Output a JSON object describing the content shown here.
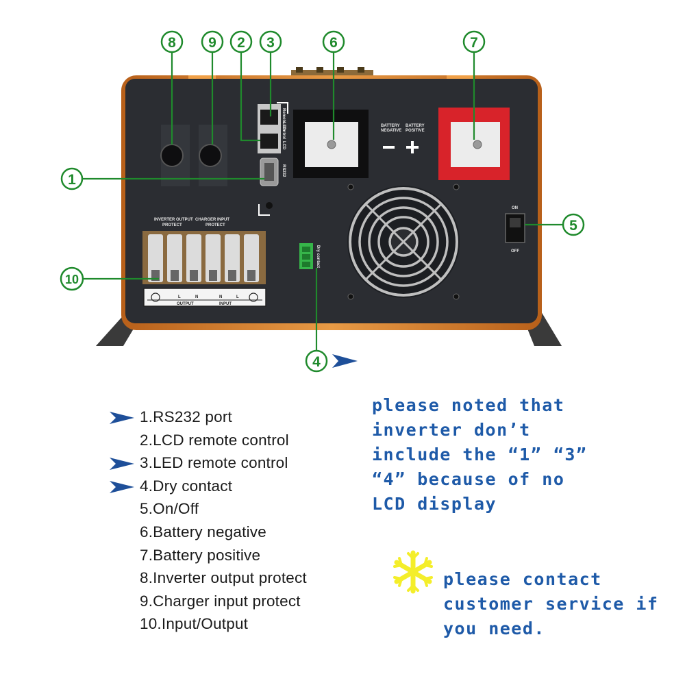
{
  "callouts": [
    {
      "id": "callout-8",
      "num": "8"
    },
    {
      "id": "callout-9",
      "num": "9"
    },
    {
      "id": "callout-2",
      "num": "2"
    },
    {
      "id": "callout-3",
      "num": "3"
    },
    {
      "id": "callout-6",
      "num": "6"
    },
    {
      "id": "callout-7",
      "num": "7"
    },
    {
      "id": "callout-1",
      "num": "1"
    },
    {
      "id": "callout-5",
      "num": "5"
    },
    {
      "id": "callout-10",
      "num": "10"
    },
    {
      "id": "callout-4",
      "num": "4"
    }
  ],
  "panel_labels": {
    "inverter_output": "INVERTER OUTPUT",
    "protect_a": "PROTECT",
    "charger_input": "CHARGER INPUT",
    "protect_b": "PROTECT",
    "remote_control": "Remote Control",
    "led": "LED",
    "lcd": "LCD",
    "rs232": "RS232",
    "battery_negative_a": "BATTERY",
    "battery_negative_b": "NEGATIVE",
    "battery_positive_a": "BATTERY",
    "battery_positive_b": "POSITIVE",
    "minus": "−",
    "plus": "+",
    "on": "ON",
    "off": "OFF",
    "dry_contact": "Dry contact",
    "output": "OUTPUT",
    "input": "INPUT",
    "l": "L",
    "n": "N"
  },
  "legend": [
    {
      "text": "1.RS232 port",
      "arrow": true
    },
    {
      "text": "2.LCD remote control",
      "arrow": false
    },
    {
      "text": "3.LED remote control",
      "arrow": true
    },
    {
      "text": "4.Dry contact",
      "arrow": true
    },
    {
      "text": "5.On/Off",
      "arrow": false
    },
    {
      "text": "6.Battery negative",
      "arrow": false
    },
    {
      "text": "7.Battery positive",
      "arrow": false
    },
    {
      "text": "8.Inverter output protect",
      "arrow": false
    },
    {
      "text": "9.Charger input protect",
      "arrow": false
    },
    {
      "text": "10.Input/Output",
      "arrow": false
    }
  ],
  "note": {
    "line1": "please noted that",
    "line2": "inverter don’t",
    "line3": "include the “1” “3”",
    "line4": "“4” because of no",
    "line5": "LCD display"
  },
  "contact": {
    "line1": "please contact",
    "line2": "customer service if",
    "line3": "you need."
  },
  "colors": {
    "callout_green": "#1f8a2c",
    "note_blue": "#1e5aa8",
    "arrow_blue": "#1e4f99",
    "panel": "#2b2d32",
    "case_orange": "#d9822b",
    "terminal_red": "#d8232a",
    "snow_yellow": "#f4ee2a"
  }
}
